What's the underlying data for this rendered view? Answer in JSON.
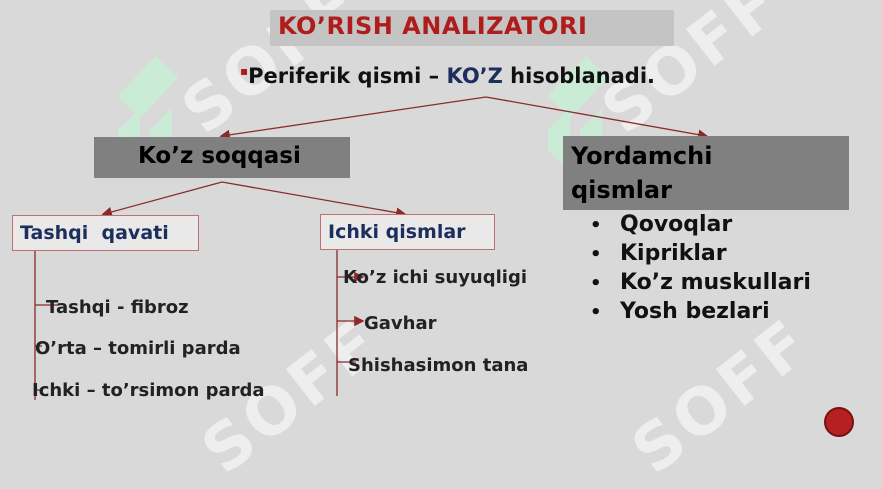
{
  "title": "KO’RISH ANALIZATORI",
  "subtitle": {
    "bullet": "▪",
    "prefix": "Periferik qismi – ",
    "accent": "KO’Z",
    "suffix": " hisoblanadi."
  },
  "nodes": {
    "eyeball": "Ko’z soqqasi",
    "auxiliary_line1": "Yordamchi",
    "auxiliary_line2": "qismlar",
    "outer_layer": "Tashqi  qavati",
    "inner_parts": "Ichki qismlar"
  },
  "outer_layer_items": [
    "Tashqi - fibroz",
    "O’rta – tomirli parda",
    "Ichki – to’rsimon parda"
  ],
  "inner_parts_items": [
    "Ko’z ichi suyuqligi",
    "Gavhar",
    "Shishasimon tana"
  ],
  "auxiliary_items": [
    "Qovoqlar",
    "Kipriklar",
    "Ko’z muskullari",
    "Yosh bezlari"
  ],
  "watermark_text": "SOFF",
  "colors": {
    "background": "#d9d9d9",
    "title": "#b01c1c",
    "accent": "#1c2e5c",
    "arrow": "#8b2a2a",
    "button": "#b52020"
  }
}
